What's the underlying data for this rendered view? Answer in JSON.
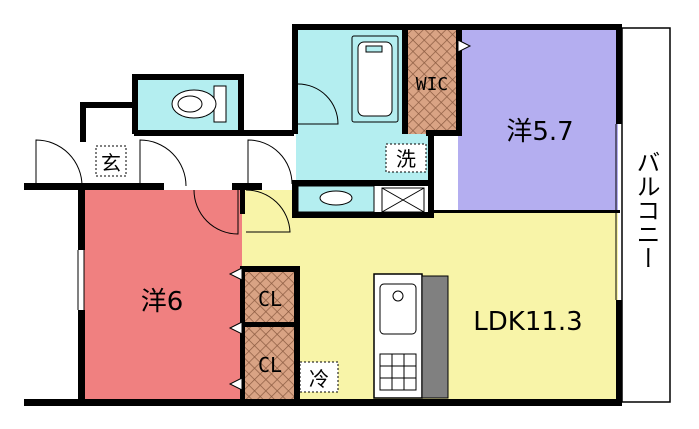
{
  "floorplan": {
    "rooms": {
      "western_large": {
        "label": "洋5.7",
        "color": "#b4aef0"
      },
      "western_small": {
        "label": "洋6",
        "color": "#f08080"
      },
      "ldk": {
        "label": "LDK11.3",
        "color": "#f8f4a8"
      },
      "wet_area_color": "#b4eef0",
      "wic": {
        "label": "WIC",
        "color": "#c89070"
      },
      "entrance": {
        "label": "玄"
      },
      "closet_upper": {
        "label": "CL"
      },
      "closet_lower": {
        "label": "CL"
      },
      "laundry": {
        "label": "洗"
      },
      "fridge": {
        "label": "冷"
      },
      "balcony": {
        "label": "バルコニー"
      }
    },
    "fixtures": [
      "bathtub-icon",
      "toilet-icon",
      "washbasin-icon",
      "sink-icon",
      "stove-icon"
    ]
  }
}
